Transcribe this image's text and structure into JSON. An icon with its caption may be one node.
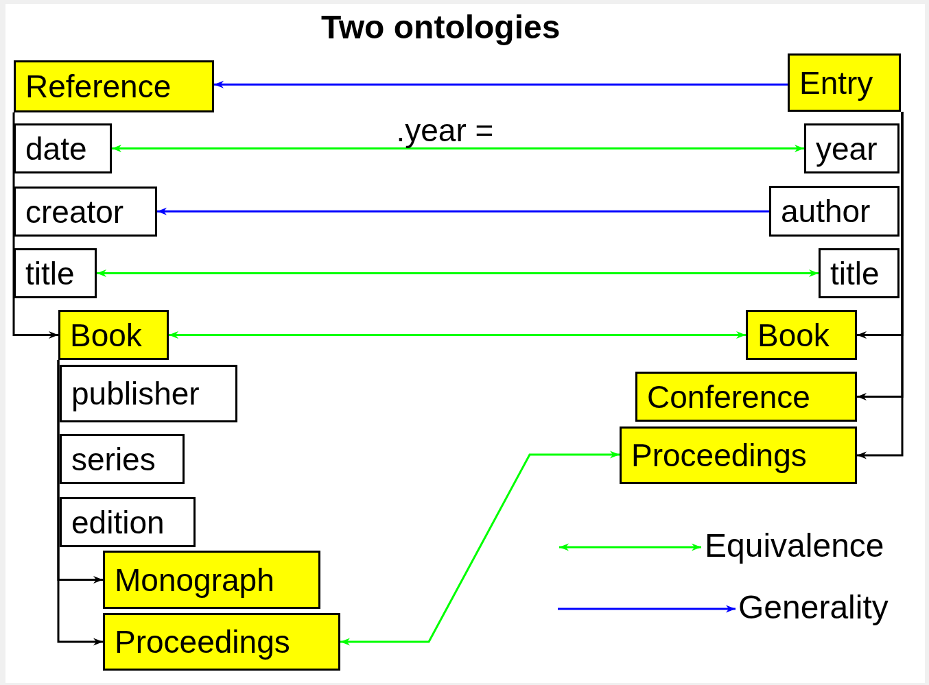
{
  "diagram": {
    "title": "Two ontologies",
    "nodes": [
      {
        "text": [
          "Reference"
        ]
      },
      {
        "text": [
          "date"
        ]
      },
      {
        "text": [
          "creator"
        ]
      },
      {
        "text": [
          "title"
        ]
      },
      {
        "text": [
          "Book"
        ]
      },
      {
        "text": [
          "publisher"
        ]
      },
      {
        "text": [
          "series"
        ]
      },
      {
        "text": [
          "edition"
        ]
      },
      {
        "text": [
          "Monograph"
        ]
      },
      {
        "text": [
          "Proceedings"
        ]
      },
      {
        "text": [
          "Entry"
        ]
      },
      {
        "text": [
          "year"
        ]
      },
      {
        "text": [
          "author"
        ]
      },
      {
        "text": [
          "title"
        ]
      },
      {
        "text": [
          "Book"
        ]
      },
      {
        "text": [
          "Conference"
        ]
      },
      {
        "text": [
          "Proceedings"
        ]
      }
    ],
    "edges": [
      {
        "from": 10,
        "to": 0,
        "arrow": "to",
        "color": "#0000ff"
      },
      {
        "from": 1,
        "to": 11,
        "arrow": "both",
        "label": ".year =",
        "color": "#00ff00"
      },
      {
        "from": 12,
        "to": 2,
        "arrow": "to",
        "color": "#0000ff"
      },
      {
        "from": 3,
        "to": 13,
        "arrow": "both",
        "color": "#00ff00"
      },
      {
        "from": 4,
        "to": 14,
        "arrow": "both",
        "color": "#00ff00"
      },
      {
        "from": 9,
        "to": 16,
        "arrow": "both",
        "color": "#00ff00"
      },
      {
        "from": 0,
        "to": 4,
        "arrow": "to"
      },
      {
        "from": 4,
        "to": 8,
        "arrow": "to"
      },
      {
        "from": 4,
        "to": 9,
        "arrow": "to"
      },
      {
        "from": 10,
        "to": 14,
        "arrow": "to"
      },
      {
        "from": 10,
        "to": 15,
        "arrow": "to"
      },
      {
        "from": 10,
        "to": 16,
        "arrow": "to"
      }
    ],
    "legend": [
      {
        "text": "Equivalence"
      },
      {
        "text": "Generality"
      }
    ]
  }
}
